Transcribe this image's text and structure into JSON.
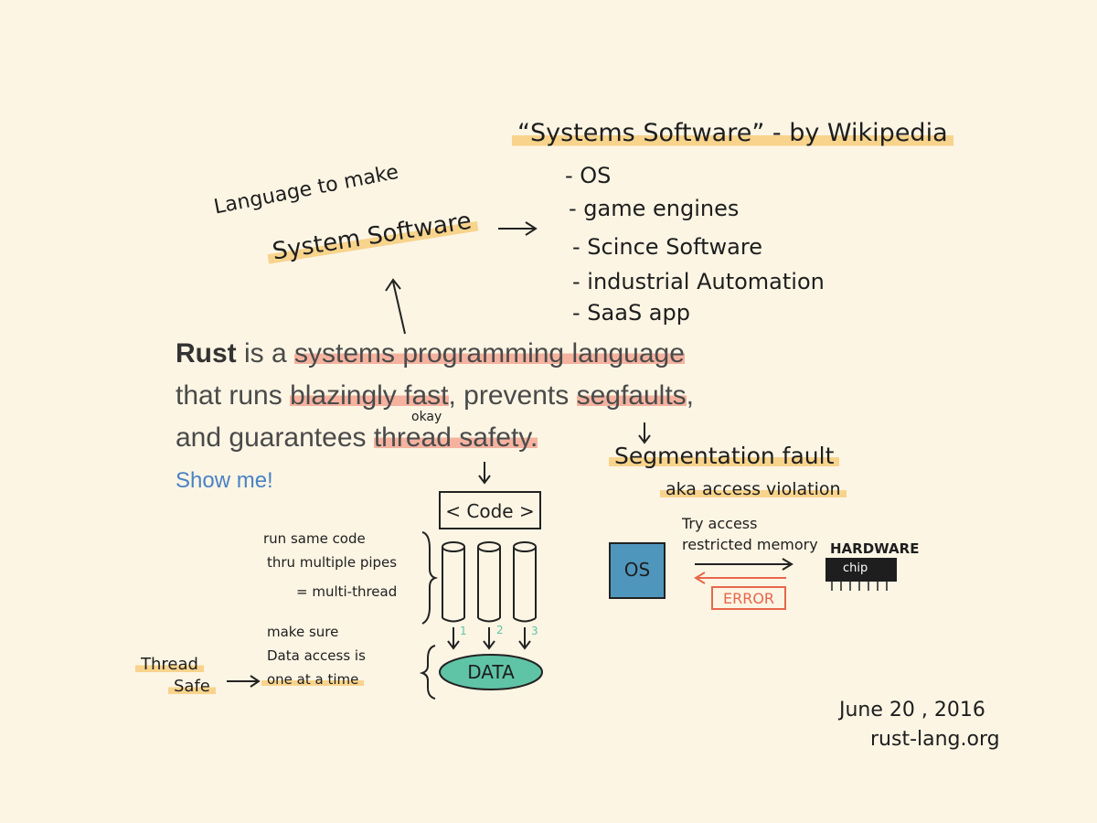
{
  "title": {
    "text": "“Systems Software” - by Wikipedia"
  },
  "list": {
    "items": [
      "- OS",
      "- game engines",
      "- Scince Software",
      "- industrial Automation",
      "- SaaS app"
    ]
  },
  "language": {
    "line1": "Language to make",
    "line2": "System Software"
  },
  "rust": {
    "strong": "Rust",
    "p1a": " is a ",
    "p1b": "systems programming language",
    "p2a": "that runs ",
    "p2b": "blazingly fast",
    "p2c": ", prevents ",
    "p2d": "segfaults",
    "p2e": ",",
    "p3a": "and guarantees ",
    "p3b": "thread safety.",
    "okay": "okay",
    "link": "Show me!"
  },
  "segfault": {
    "title": "Segmentation fault",
    "aka": "aka  access violation"
  },
  "code": {
    "label": "< Code >"
  },
  "notes": {
    "pipes1": "run same code",
    "pipes2": "thru multiple pipes",
    "pipes3": "= multi-thread",
    "safe1": "make sure",
    "safe2": "Data access is",
    "safe3": "one at a time",
    "thread": "Thread",
    "safe": "Safe"
  },
  "pipes": {
    "n1": "1",
    "n2": "2",
    "n3": "3"
  },
  "data": {
    "label": "DATA"
  },
  "os": {
    "label": "OS",
    "try1": "Try access",
    "try2": "restricted memory",
    "error": "ERROR",
    "hardware": "HARDWARE",
    "chip": "chip"
  },
  "footer": {
    "date": "June 20 , 2016",
    "site": "rust-lang.org"
  },
  "colors": {
    "background": "#fcf5e4",
    "highlight_yellow": "#f6c86e",
    "highlight_red": "#f0a090",
    "os_box": "#4f96bd",
    "data_ellipse": "#5fc4a6",
    "error": "#e8664c",
    "link": "#4a82c4",
    "pipe_numbers": "#5fc4a6"
  }
}
